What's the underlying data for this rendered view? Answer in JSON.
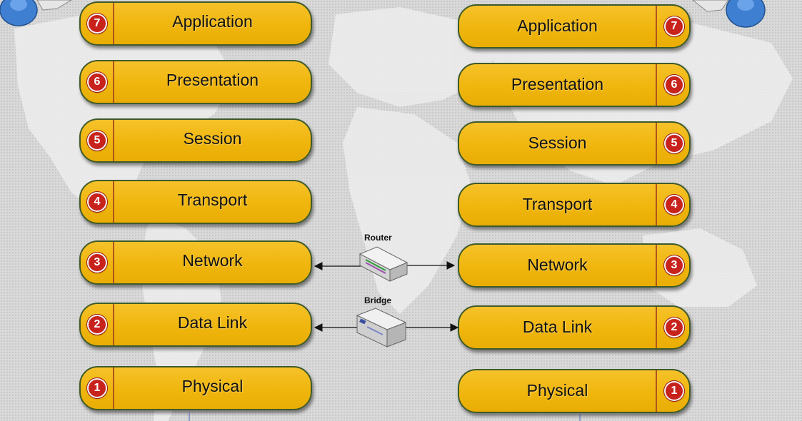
{
  "left_stack": [
    {
      "number": "7",
      "name": "Application"
    },
    {
      "number": "6",
      "name": "Presentation"
    },
    {
      "number": "5",
      "name": "Session"
    },
    {
      "number": "4",
      "name": "Transport"
    },
    {
      "number": "3",
      "name": "Network"
    },
    {
      "number": "2",
      "name": "Data Link"
    },
    {
      "number": "1",
      "name": "Physical"
    }
  ],
  "right_stack": [
    {
      "number": "7",
      "name": "Application"
    },
    {
      "number": "6",
      "name": "Presentation"
    },
    {
      "number": "5",
      "name": "Session"
    },
    {
      "number": "4",
      "name": "Transport"
    },
    {
      "number": "3",
      "name": "Network"
    },
    {
      "number": "2",
      "name": "Data Link"
    },
    {
      "number": "1",
      "name": "Physical"
    }
  ],
  "devices": {
    "router": {
      "label": "Router",
      "icon": "router-icon"
    },
    "bridge": {
      "label": "Bridge",
      "icon": "bridge-icon"
    }
  },
  "colors": {
    "layer_fill": "#f0b60e",
    "layer_border": "#3f5a2a",
    "badge": "#c8221c",
    "separator": "#b2531e",
    "user": "#3f7fd1"
  }
}
